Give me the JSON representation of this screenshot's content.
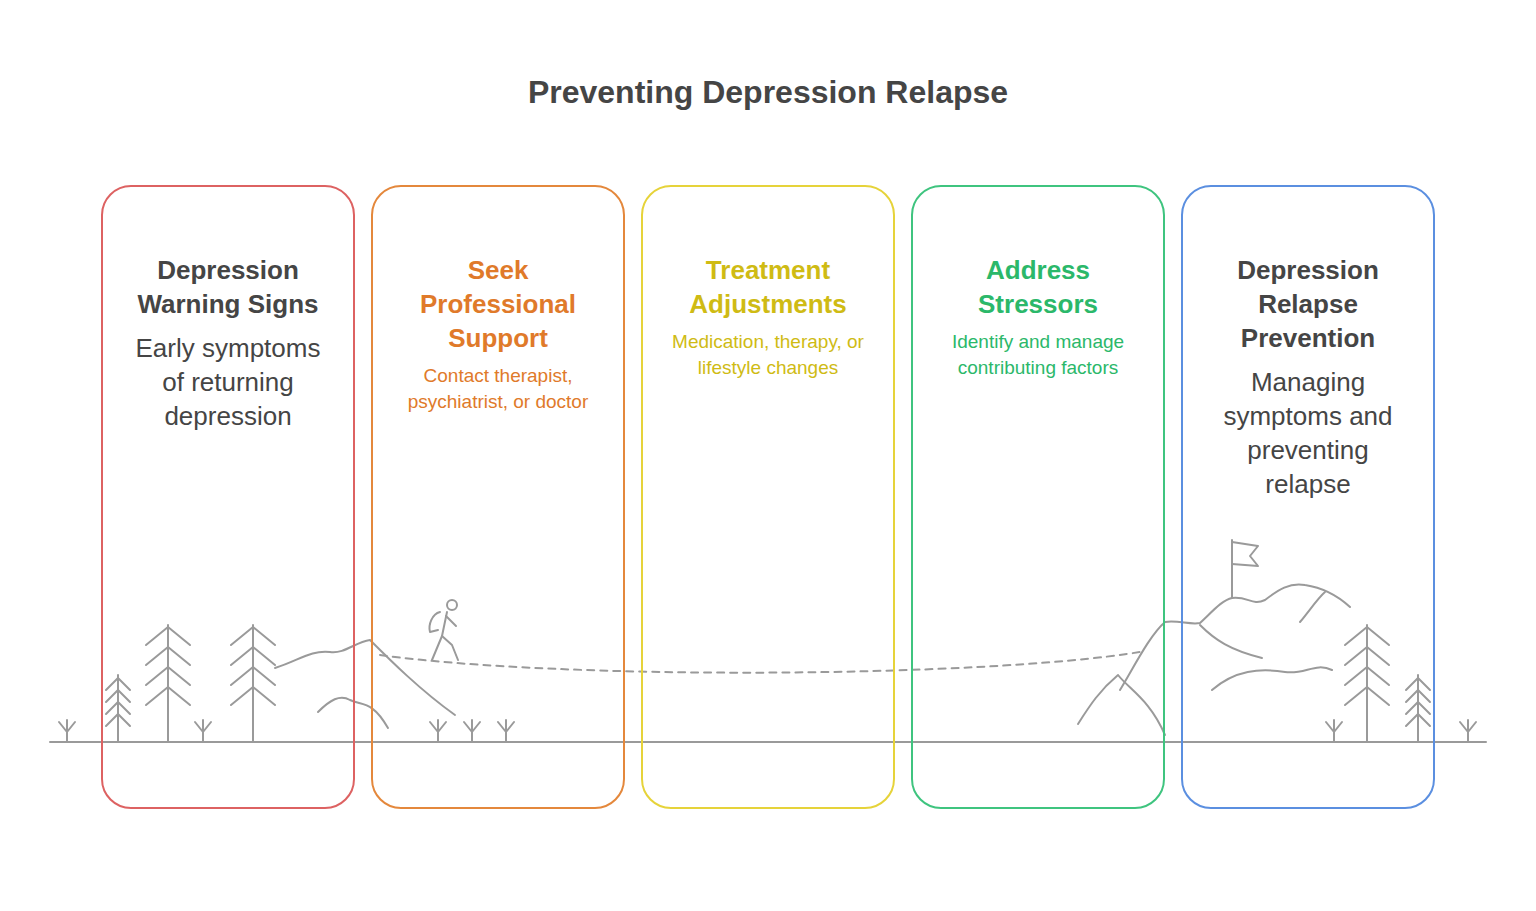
{
  "diagram": {
    "title": "Preventing Depression Relapse",
    "nodes": [
      {
        "text": [
          "Depression Warning Signs",
          "Early symptoms of returning depression"
        ]
      },
      {
        "text": [
          "Seek Professional Support",
          "Contact therapist, psychiatrist, or doctor"
        ]
      },
      {
        "text": [
          "Treatment Adjustments",
          "Medication, therapy, or lifestyle changes"
        ]
      },
      {
        "text": [
          "Address Stressors",
          "Identify and manage contributing factors"
        ]
      },
      {
        "text": [
          "Depression Relapse Prevention",
          "Managing symptoms and preventing relapse"
        ]
      }
    ]
  }
}
